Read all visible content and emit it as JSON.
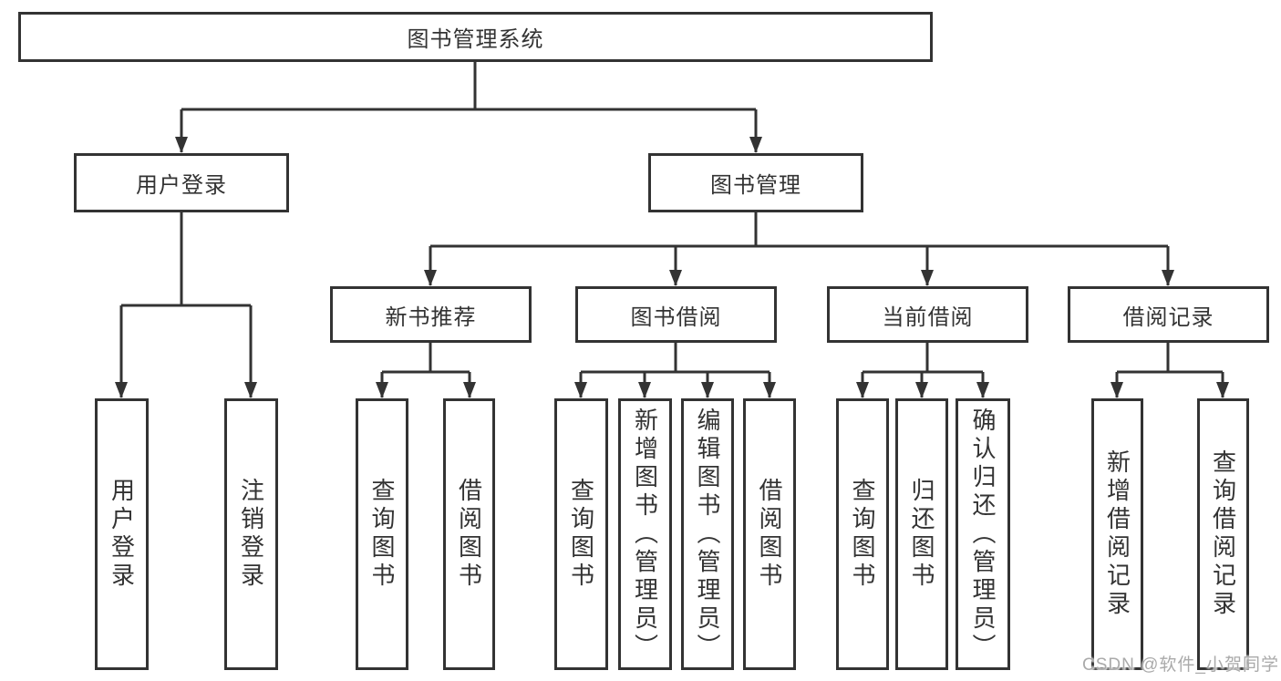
{
  "colors": {
    "line": "#333333",
    "text": "#333333",
    "background": "#ffffff",
    "watermark": "#aaaaaa"
  },
  "diagram": {
    "root_label": "图书管理系统",
    "user_login": {
      "label": "用户登录",
      "children": [
        "用户登录",
        "注销登录"
      ]
    },
    "book_management": {
      "label": "图书管理",
      "sections": [
        {
          "label": "新书推荐",
          "children": [
            "查询图书",
            "借阅图书"
          ]
        },
        {
          "label": "图书借阅",
          "children": [
            "查询图书",
            "新增图书（管理员）",
            "编辑图书（管理员）",
            "借阅图书"
          ]
        },
        {
          "label": "当前借阅",
          "children": [
            "查询图书",
            "归还图书",
            "确认归还（管理员）"
          ]
        },
        {
          "label": "借阅记录",
          "children": [
            "新增借阅记录",
            "查询借阅记录"
          ]
        }
      ]
    }
  },
  "watermark": "CSDN @软件_小贺同学"
}
